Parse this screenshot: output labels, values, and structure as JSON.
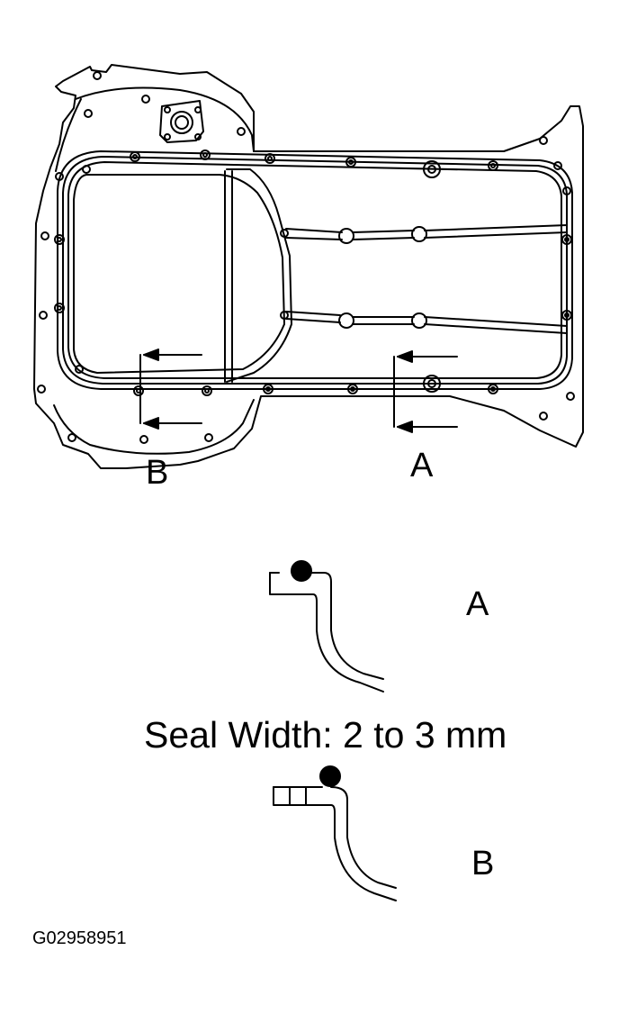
{
  "figure": {
    "callouts": {
      "top_b": "B",
      "top_a": "A",
      "detail_a": "A",
      "detail_b": "B"
    },
    "seal_width_text": "Seal Width: 2 to 3 mm",
    "figure_id": "G02958951"
  },
  "colors": {
    "line": "#000000",
    "background": "#ffffff",
    "sealant_bead": "#000000"
  }
}
